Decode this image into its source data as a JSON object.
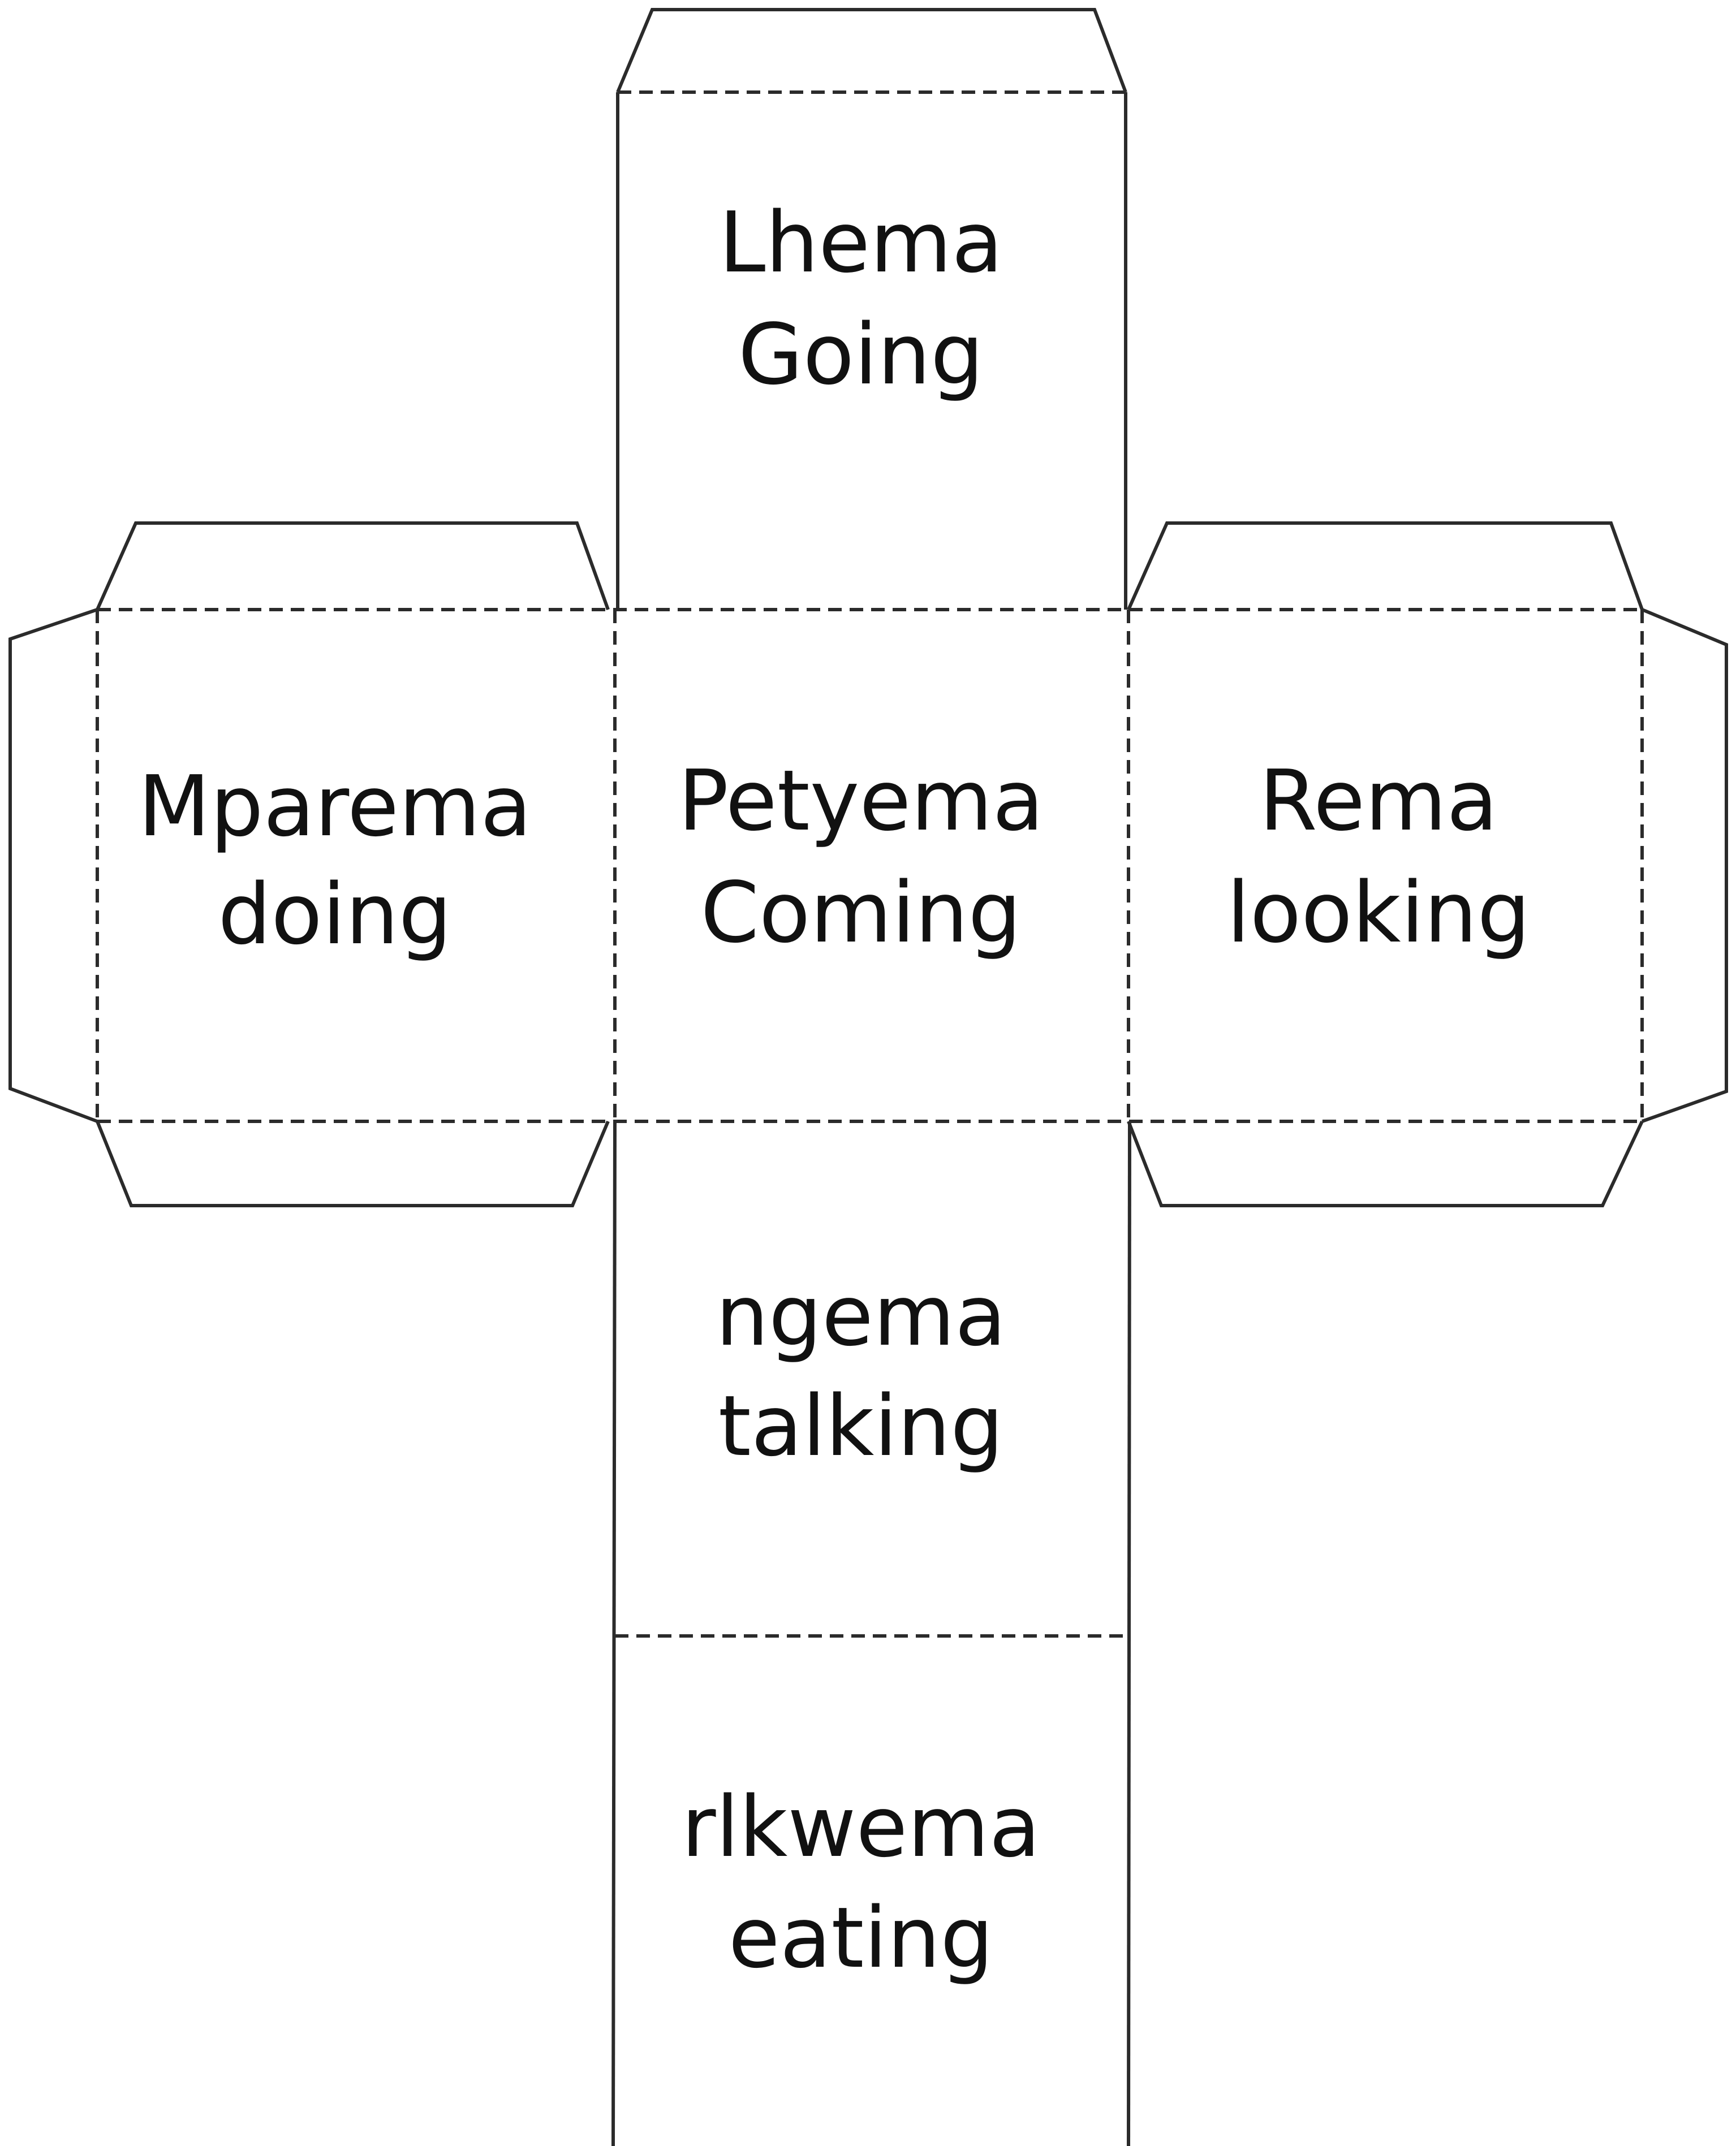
{
  "faces": {
    "top": {
      "word": "Lhema",
      "meaning": "Going"
    },
    "left": {
      "word": "Mparema",
      "meaning": "doing"
    },
    "center": {
      "word": "Petyema",
      "meaning": "Coming"
    },
    "right": {
      "word": "Rema",
      "meaning": "looking"
    },
    "lower": {
      "word": "ngema",
      "meaning": "talking"
    },
    "bottom": {
      "word": "rlkwema",
      "meaning": "eating"
    }
  }
}
